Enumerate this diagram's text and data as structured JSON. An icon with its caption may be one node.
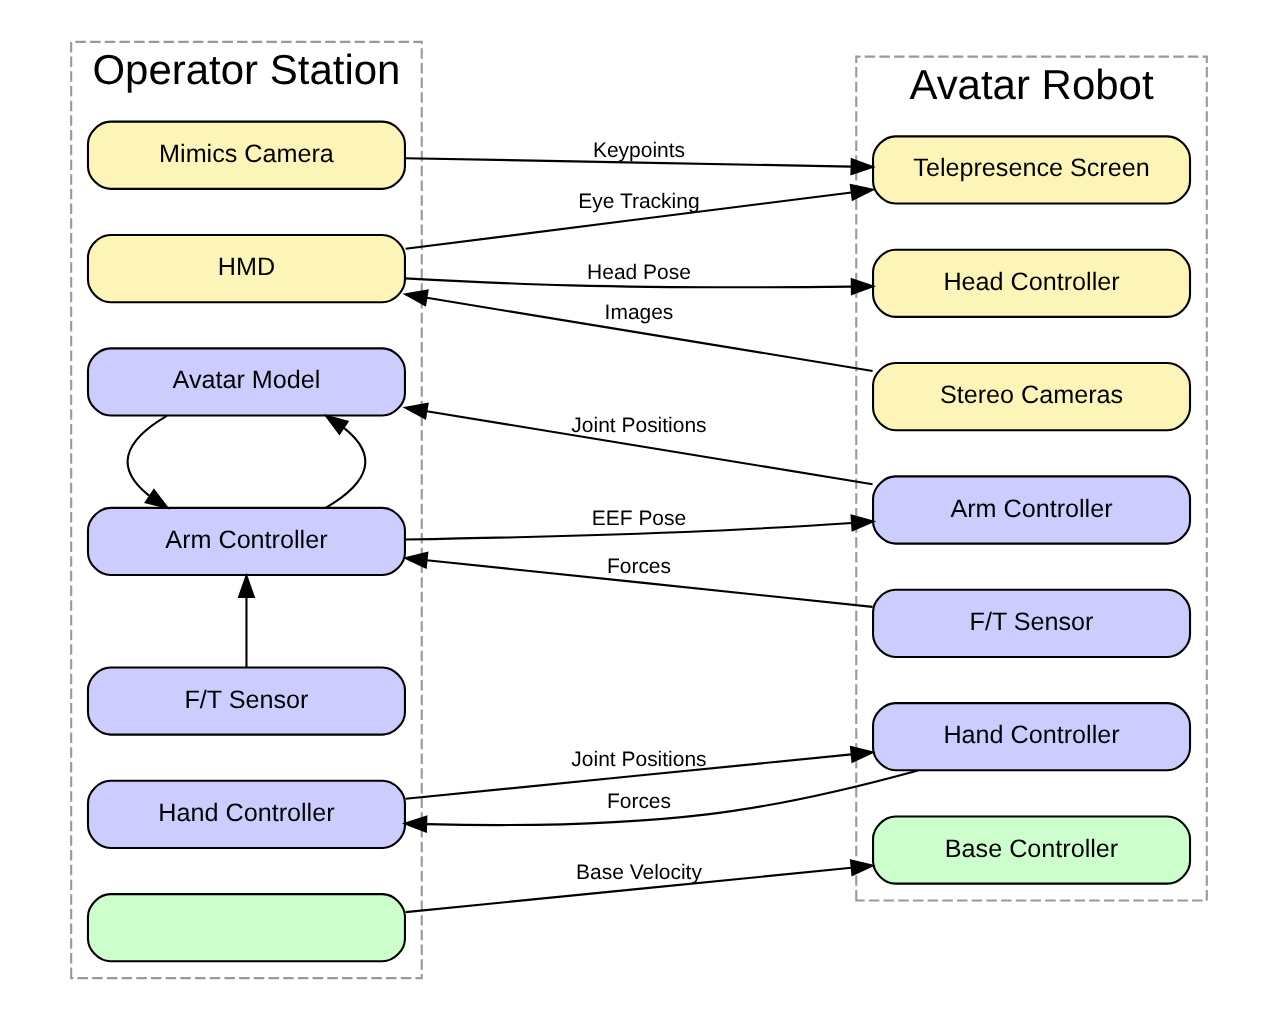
{
  "diagram": {
    "nodes": [
      {
        "text": [
          "Operator Station"
        ]
      },
      {
        "text": [
          "Avatar Robot"
        ]
      },
      {
        "text": [
          "Mimics Camera"
        ],
        "in": 0
      },
      {
        "text": [
          "Telepresence Screen"
        ],
        "in": 1
      },
      {
        "text": [
          "HMD"
        ],
        "in": 0
      },
      {
        "text": [
          "Head Controller"
        ],
        "in": 1
      },
      {
        "text": [
          "Avatar Model"
        ],
        "in": 0
      },
      {
        "text": [
          "Stereo Cameras"
        ],
        "in": 1
      },
      {
        "text": [
          "Arm Controller"
        ],
        "in": 0
      },
      {
        "text": [
          "Arm Controller"
        ],
        "in": 1
      },
      {
        "text": [
          "F/T Sensor"
        ],
        "in": 0
      },
      {
        "text": [
          "F/T Sensor"
        ],
        "in": 1
      },
      {
        "text": [
          "Hand Controller"
        ],
        "in": 0
      },
      {
        "text": [
          "Hand Controller"
        ],
        "in": 1
      },
      {
        "text": [],
        "shape": "box",
        "in": 0
      },
      {
        "text": [
          "Base Controller"
        ],
        "in": 1
      }
    ],
    "edges": [
      {
        "from": 2,
        "to": 3,
        "arrow": "to",
        "label": "Keypoints"
      },
      {
        "from": 4,
        "to": 3,
        "arrow": "to",
        "label": "Eye Tracking"
      },
      {
        "from": 4,
        "to": 5,
        "arrow": "to",
        "label": "Head Pose"
      },
      {
        "from": 7,
        "to": 4,
        "arrow": "to",
        "label": "Images"
      },
      {
        "from": 8,
        "to": 6,
        "arrow": "to"
      },
      {
        "from": 6,
        "to": 8,
        "arrow": "to"
      },
      {
        "from": 9,
        "to": 6,
        "arrow": "to",
        "label": "Joint Positions"
      },
      {
        "from": 8,
        "to": 9,
        "arrow": "to",
        "label": "EEF Pose"
      },
      {
        "from": 10,
        "to": 8,
        "arrow": "to"
      },
      {
        "from": 11,
        "to": 8,
        "arrow": "to",
        "label": "Forces"
      },
      {
        "from": 12,
        "to": 13,
        "arrow": "to",
        "label": "Joint Positions"
      },
      {
        "from": 13,
        "to": 12,
        "arrow": "to",
        "label": "Forces"
      },
      {
        "from": 14,
        "to": 15,
        "arrow": "to",
        "label": "Base Velocity"
      }
    ]
  }
}
